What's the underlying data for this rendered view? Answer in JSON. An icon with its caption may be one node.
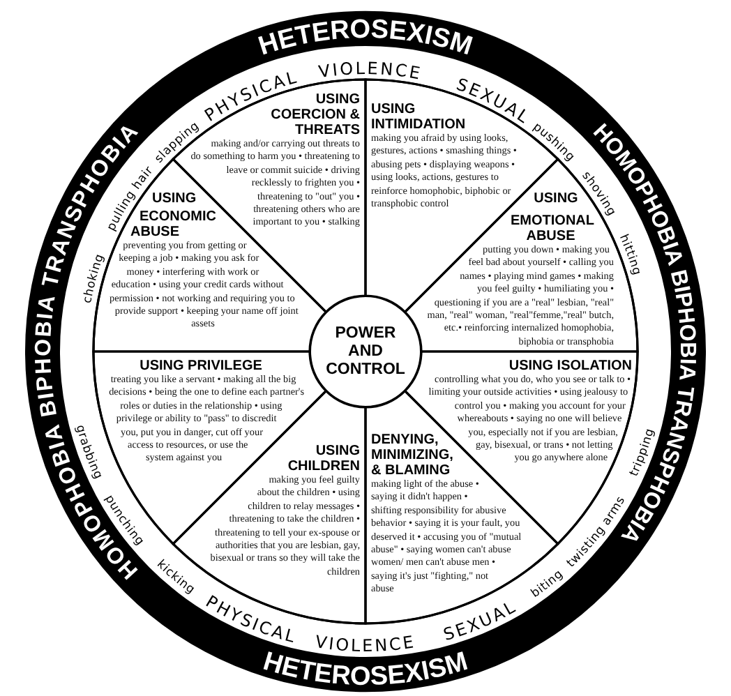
{
  "diagram": {
    "nodes": [
      {
        "text": [
          "USING COERCION & THREATS",
          "making and/or carrying out threats to do something to harm you • threatening to leave or commit suicide • driving recklessly to frighten you • threatening to \"out\" you • threatening others who are important to you • stalking"
        ]
      },
      {
        "text": [
          "USING INTIMIDATION",
          "making you afraid by using looks, gestures, actions • smashing things • abusing pets • displaying weapons • using looks, actions, gestures to reinforce homophobic, biphobic or transphobic control"
        ]
      },
      {
        "text": [
          "USING ECONOMIC ABUSE",
          "preventing you from getting or keeping a job • making you ask for money • interfering with work or education • using your credit cards without permission • not working and requiring you to provide support • keeping your name off joint assets"
        ]
      },
      {
        "text": [
          "USING EMOTIONAL ABUSE",
          "putting you down • making you feel bad about yourself • calling you names • playing mind games • making you feel guilty • humiliating you • questioning if you are a \"real\" lesbian, \"real\" man, \"real\" woman, \"real\"femme,\"real\" butch, etc.• reinforcing internalized homophobia, biphobia or transphobia"
        ]
      },
      {
        "text": [
          "POWER AND CONTROL"
        ]
      },
      {
        "text": [
          "USING PRIVILEGE",
          "treating you like a servant • making all the big decisions • being the one to define each partner's roles or duties in the relationship • using privilege or ability to \"pass\" to discredit you, put you in danger, cut off your access to resources, or use the system against you"
        ]
      },
      {
        "text": [
          "USING ISOLATION",
          "controlling what you do, who you see or talk to • limiting your outside activities • using jealousy to control you • making you account for your whereabouts • saying no one will believe you, especially not if you are lesbian, gay, bisexual, or trans • not letting you go anywhere alone"
        ]
      },
      {
        "text": [
          "USING CHILDREN",
          "making you feel guilty about the children • using children to relay messages • threatening to take the children • threatening to tell your ex-spouse or authorities that you are lesbian, gay, bisexual or trans so they will take the children"
        ]
      },
      {
        "text": [
          "DENYING, MINIMIZING, & BLAMING",
          "making light of the abuse • saying it didn't happen • shifting responsibility for abusive behavior • saying it is your fault, you deserved it • accusing you of \"mutual abuse\" • saying women can't abuse women/ men can't abuse men • saying it's just \"fighting,\" not abuse"
        ]
      }
    ],
    "labels": [
      "HETEROSEXISM",
      "PHYSICAL",
      "VIOLENCE",
      "SEXUAL",
      "slapping",
      "pulling hair",
      "choking",
      "pushing",
      "shoving",
      "hitting",
      "HOMOPHOBIA BIPHOBIA TRANSPHOBIA",
      "HOMOPHOBIA BIPHOBIA TRANSPHOBIA",
      "grabbing",
      "punching",
      "kicking",
      "PHYSICAL",
      "VIOLENCE",
      "SEXUAL",
      "biting",
      "twisting arms",
      "tripping",
      "HETEROSEXISM"
    ]
  }
}
